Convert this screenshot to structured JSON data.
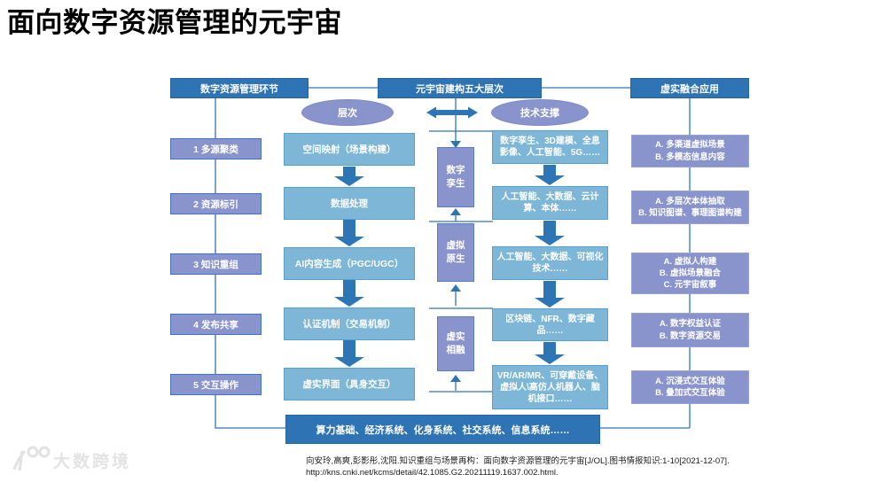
{
  "title": "面向数字资源管理的元宇宙",
  "headers": {
    "left": "数字资源管理环节",
    "center": "元宇宙建构五大层次",
    "right": "虚实融合应用"
  },
  "ellipses": {
    "left": "层次",
    "right": "技术支撑"
  },
  "left_steps": [
    "1 多源聚类",
    "2 资源标引",
    "3 知识重组",
    "4 发布共享",
    "5 交互操作"
  ],
  "process_boxes": [
    "空间映射（场景构建）",
    "数据处理",
    "AI内容生成（PGC/UGC）",
    "认证机制（交易机制）",
    "虚实界面（具身交互）"
  ],
  "layer_boxes": [
    "数字孪生",
    "虚拟原生",
    "虚实相融"
  ],
  "tech_boxes": [
    "数字孪生、3D建模、全息影像、人工智能、5G……",
    "人工智能、大数据、云计算、本体……",
    "人工智能、大数据、可视化技术……",
    "区块链、NFR、数字藏品……",
    "VR/AR/MR、可穿戴设备、虚拟人\\高仿人机器人、脑机接口……"
  ],
  "app_boxes": [
    [
      "A. 多渠道虚拟场景",
      "B. 多模态信息内容"
    ],
    [
      "A. 多层次本体抽取",
      "B. 知识图谱、事理图谱构建"
    ],
    [
      "A. 虚拟人构建",
      "B. 虚拟场景融合",
      "C. 元宇宙叙事"
    ],
    [
      "A. 数字权益认证",
      "B. 数字资源交易"
    ],
    [
      "A. 沉浸式交互体验",
      "B. 叠加式交互体验"
    ]
  ],
  "bottom_box": "算力基础、经济系统、化身系统、社交系统、信息系统……",
  "citation": {
    "line1": "向安玲,高爽,彭影彤,沈阳.知识重组与场景再构：面向数字资源管理的元宇宙[J/OL].图书情报知识:1-10[2021-12-07].",
    "line2": "http://kns.cnki.net/kcms/detail/42.1085.G2.20211119.1637.002.html."
  },
  "watermark": {
    "text": "大数跨境"
  },
  "colors": {
    "header_blue": "#2E74B5",
    "light_blue": "#7EB6D7",
    "purple": "#8A94CC",
    "arrow_blue": "#2E75B6",
    "bottom_blue": "#2E74B5"
  }
}
